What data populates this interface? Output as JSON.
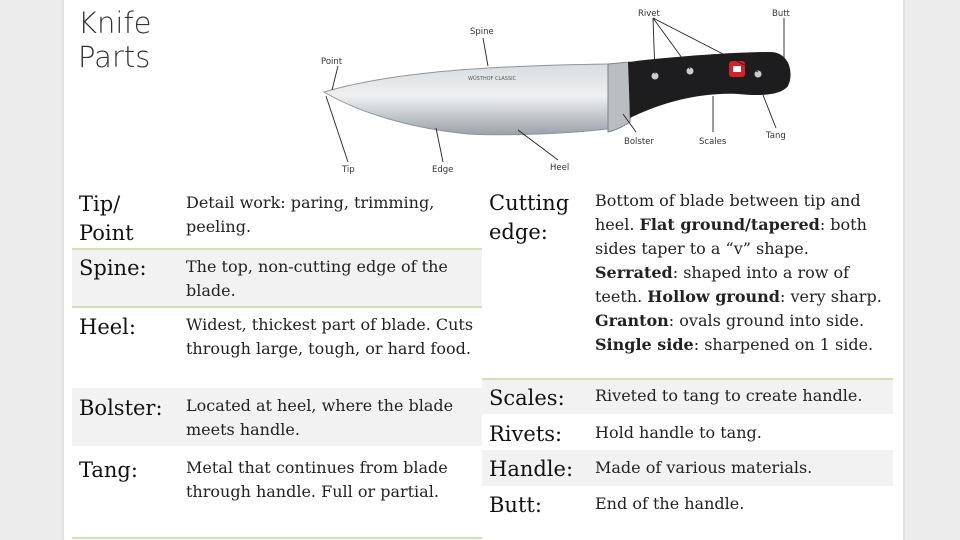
{
  "title": {
    "line1": "Knife",
    "line2": "Parts"
  },
  "diagram_labels": {
    "spine": "Spine",
    "point": "Point",
    "rivet": "Rivet",
    "butt": "Butt",
    "tip": "Tip",
    "edge": "Edge",
    "heel": "Heel",
    "bolster": "Bolster",
    "scales": "Scales",
    "tang": "Tang"
  },
  "left_table": [
    {
      "term": "Tip/\nPoint",
      "def": "Detail work: paring, trimming, peeling."
    },
    {
      "term": "Spine:",
      "def": "The top, non-cutting edge of the blade."
    },
    {
      "term": "Heel:",
      "def": "Widest, thickest part of blade. Cuts through large, tough, or hard food."
    },
    {
      "term": "Bolster:",
      "def": "Located at heel, where the blade meets handle."
    },
    {
      "term": "Tang:",
      "def": "Metal that continues from blade through handle.  Full or partial."
    }
  ],
  "right_table": {
    "cutting_edge": {
      "term": "Cutting edge:",
      "intro": "Bottom of blade between tip and heel.",
      "items": [
        {
          "name": "Flat ground/tapered",
          "desc": ": both sides taper to a “v” shape."
        },
        {
          "name": "Serrated",
          "desc": ": shaped into a row of teeth."
        },
        {
          "name": "Hollow ground",
          "desc": ": very sharp."
        },
        {
          "name": "Granton",
          "desc": ": ovals ground into side."
        },
        {
          "name": "Single side",
          "desc": ": sharpened on 1 side."
        }
      ]
    },
    "rows": [
      {
        "term": "Scales:",
        "def": "Riveted to tang to create handle."
      },
      {
        "term": "Rivets:",
        "def": "Hold handle to tang."
      },
      {
        "term": "Handle:",
        "def": "Made of various materials."
      },
      {
        "term": "Butt:",
        "def": "End of the handle."
      }
    ]
  },
  "colors": {
    "rule": "#cfe2b2",
    "shade": "#f2f2f2",
    "handle": "#1d1d1f",
    "logo": "#d4202a"
  }
}
